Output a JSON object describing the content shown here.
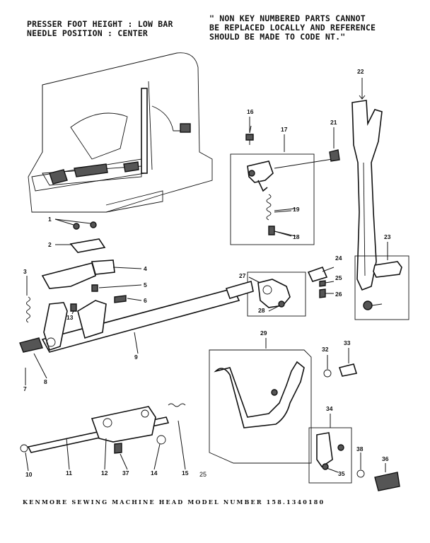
{
  "header": {
    "left_line1": "PRESSER FOOT HEIGHT : LOW BAR",
    "left_line2": "NEEDLE POSITION : CENTER",
    "right_line1": "\" NON KEY NUMBERED PARTS CANNOT",
    "right_line2": "BE REPLACED LOCALLY AND REFERENCE",
    "right_line3": "SHOULD BE MADE TO CODE NT.\""
  },
  "footer": {
    "text": "KENMORE SEWING MACHINE HEAD MODEL NUMBER 158.1340180"
  },
  "page_number": "25",
  "callouts": [
    "1",
    "2",
    "3",
    "4",
    "5",
    "6",
    "7",
    "8",
    "9",
    "10",
    "11",
    "12",
    "13",
    "14",
    "15",
    "16",
    "17",
    "18",
    "19",
    "21",
    "22",
    "23",
    "24",
    "25",
    "26",
    "27",
    "28",
    "29",
    "32",
    "33",
    "34",
    "35",
    "36",
    "37",
    "38"
  ]
}
